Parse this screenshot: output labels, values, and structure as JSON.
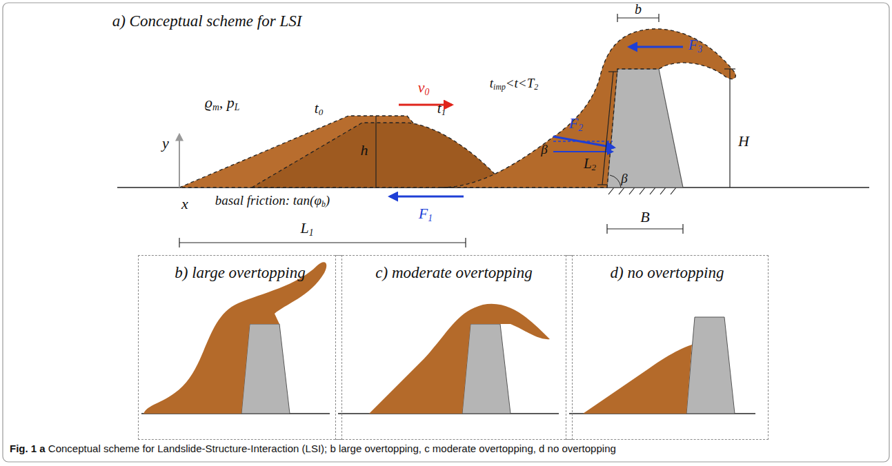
{
  "diagram": {
    "caption": "Fig. 1 a Conceptual scheme for Landslide-Structure-Interaction (LSI); b large overtopping, c moderate overtopping, d no overtopping",
    "nodes": [
      {
        "text": [
          "b) large overtopping"
        ]
      },
      {
        "text": [
          "c) moderate overtopping"
        ]
      },
      {
        "text": [
          "d) no overtopping"
        ]
      }
    ],
    "labels": [
      "a) Conceptual scheme for LSI",
      "y",
      "ϱm, pL",
      "t0",
      "v0",
      "h",
      "t1",
      "x",
      "basal friction: tan(φb)",
      "F1",
      "L1",
      "timp<t<T2",
      "β",
      "F2",
      "L2",
      "F3",
      "b",
      "H",
      "β",
      "B"
    ]
  }
}
